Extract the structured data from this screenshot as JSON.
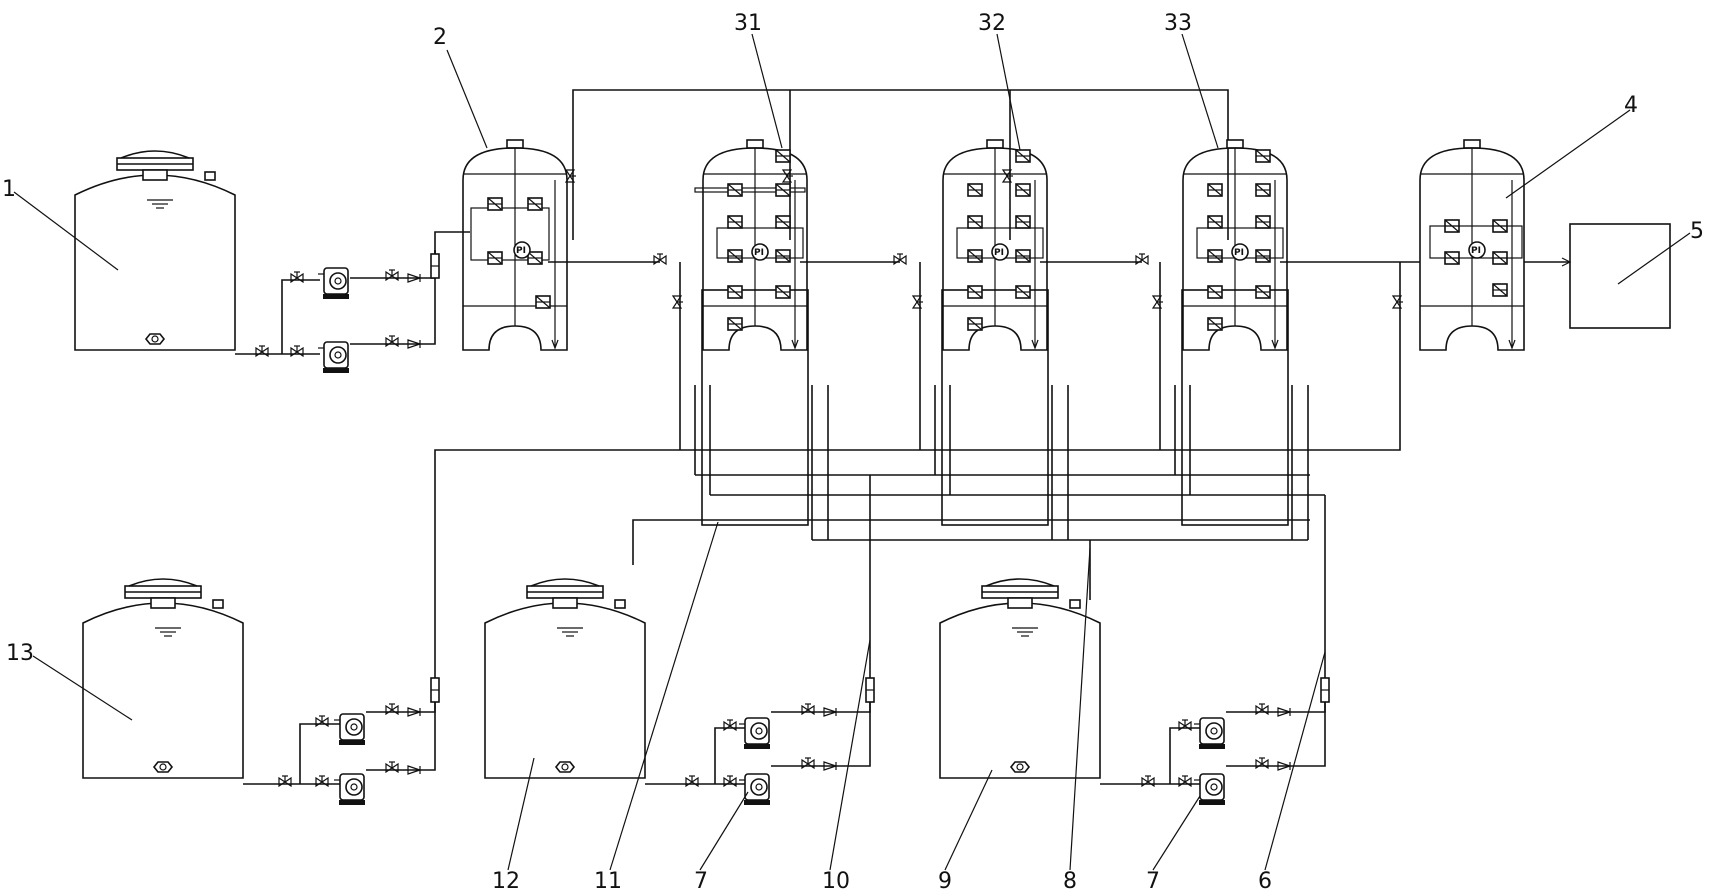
{
  "labels": {
    "l1": "1",
    "l2": "2",
    "l31": "31",
    "l32": "32",
    "l33": "33",
    "l4": "4",
    "l5": "5",
    "l13": "13",
    "l12": "12",
    "l11": "11",
    "l7a": "7",
    "l10": "10",
    "l9": "9",
    "l8": "8",
    "l7b": "7",
    "l6": "6"
  },
  "gauge_label": "PI"
}
